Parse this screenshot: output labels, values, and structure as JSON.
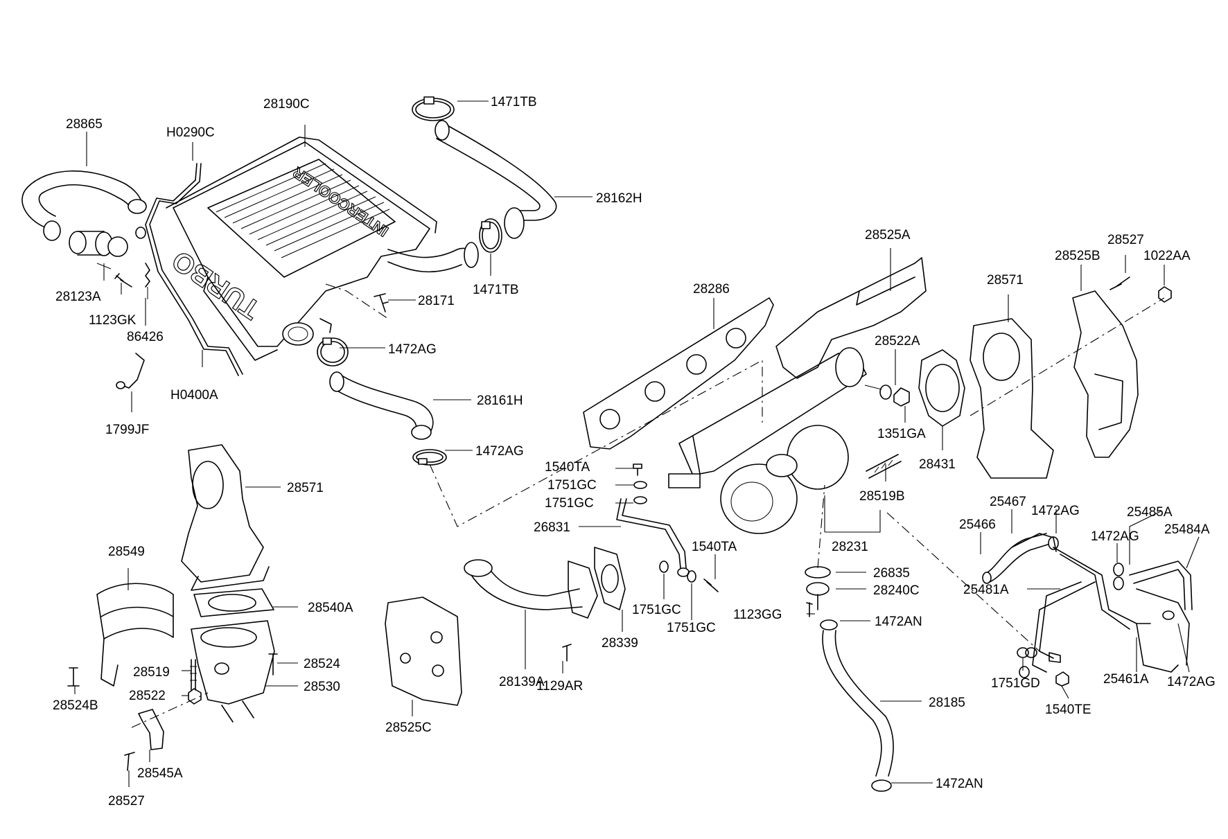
{
  "stamps": {
    "intercooler": "INTERCOOLER",
    "turbo": "TURBO"
  },
  "labels": {
    "p28865": "28865",
    "h0290c": "H0290C",
    "p28190c": "28190C",
    "p1471tb_top": "1471TB",
    "p28162h": "28162H",
    "p1471tb_mid": "1471TB",
    "p28123a": "28123A",
    "p1123gk": "1123GK",
    "p86426": "86426",
    "p28171": "28171",
    "p1472ag_a": "1472AG",
    "h0400a": "H0400A",
    "p1799jf": "1799JF",
    "p28161h": "28161H",
    "p1472ag_b": "1472AG",
    "p28525a": "28525A",
    "p28527_top": "28527",
    "p28525b": "28525B",
    "p1022aa": "1022AA",
    "p28286": "28286",
    "p28571_right": "28571",
    "p28522a": "28522A",
    "p1351ga": "1351GA",
    "p28431": "28431",
    "p28519b": "28519B",
    "p28231": "28231",
    "p1540ta_a": "1540TA",
    "p1751gc_a": "1751GC",
    "p1751gc_b": "1751GC",
    "p26831": "26831",
    "p1540ta_b": "1540TA",
    "p1751gc_c": "1751GC",
    "p1751gc_d": "1751GC",
    "p28571_left": "28571",
    "p28549": "28549",
    "p28540a": "28540A",
    "p28524": "28524",
    "p28519": "28519",
    "p28530": "28530",
    "p28522": "28522",
    "p28524b": "28524B",
    "p28545a": "28545A",
    "p28527_bottom": "28527",
    "p28525c": "28525C",
    "p28139a": "28139A",
    "p1129ar": "1129AR",
    "p28339": "28339",
    "p26835": "26835",
    "p28240c": "28240C",
    "p1123gg": "1123GG",
    "p1472an_a": "1472AN",
    "p28185": "28185",
    "p1472an_b": "1472AN",
    "p25467": "25467",
    "p1472ag_c": "1472AG",
    "p25485a": "25485A",
    "p25466": "25466",
    "p1472ag_d": "1472AG",
    "p25484a": "25484A",
    "p25481a": "25481A",
    "p1751gd": "1751GD",
    "p1540te": "1540TE",
    "p25461a": "25461A",
    "p1472ag_e": "1472AG"
  }
}
